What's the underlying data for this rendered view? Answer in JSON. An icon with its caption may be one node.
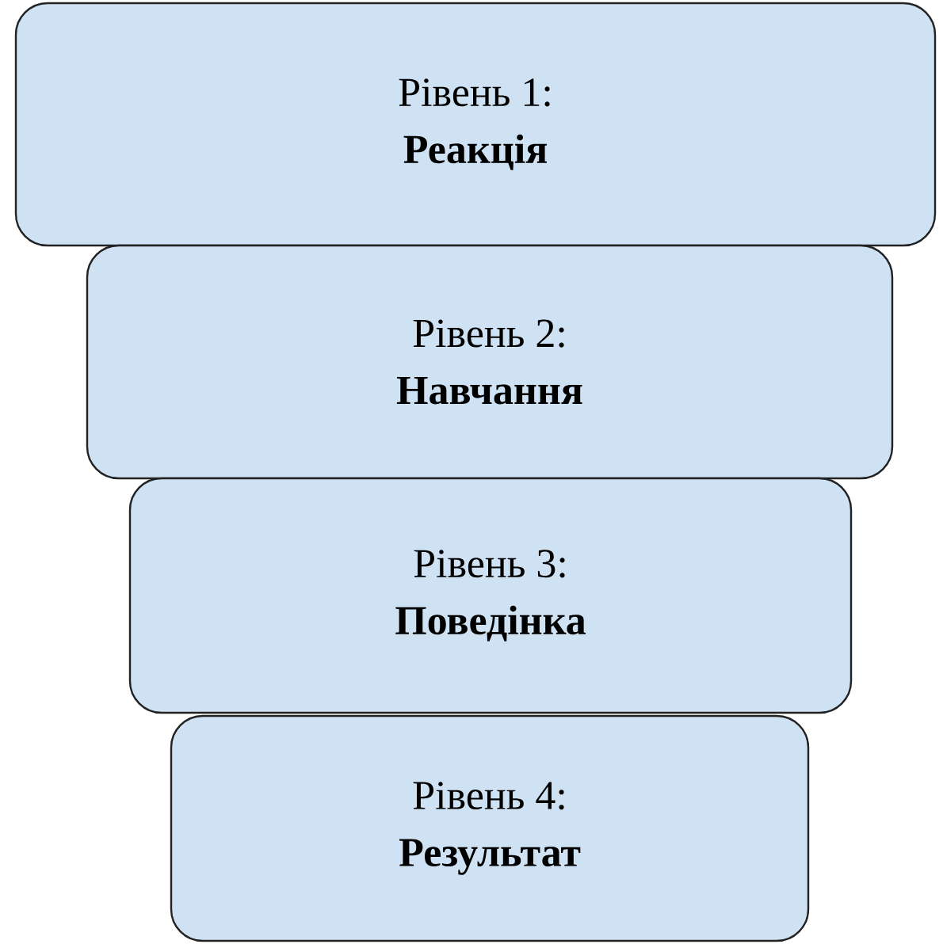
{
  "diagram": {
    "nodes": [
      {
        "text": [
          "Рівень 1:",
          "Реакція"
        ]
      },
      {
        "text": [
          "Рівень 2:",
          "Навчання"
        ]
      },
      {
        "text": [
          "Рівень 3:",
          "Поведінка"
        ]
      },
      {
        "text": [
          "Рівень 4:",
          "Результат"
        ]
      }
    ]
  }
}
